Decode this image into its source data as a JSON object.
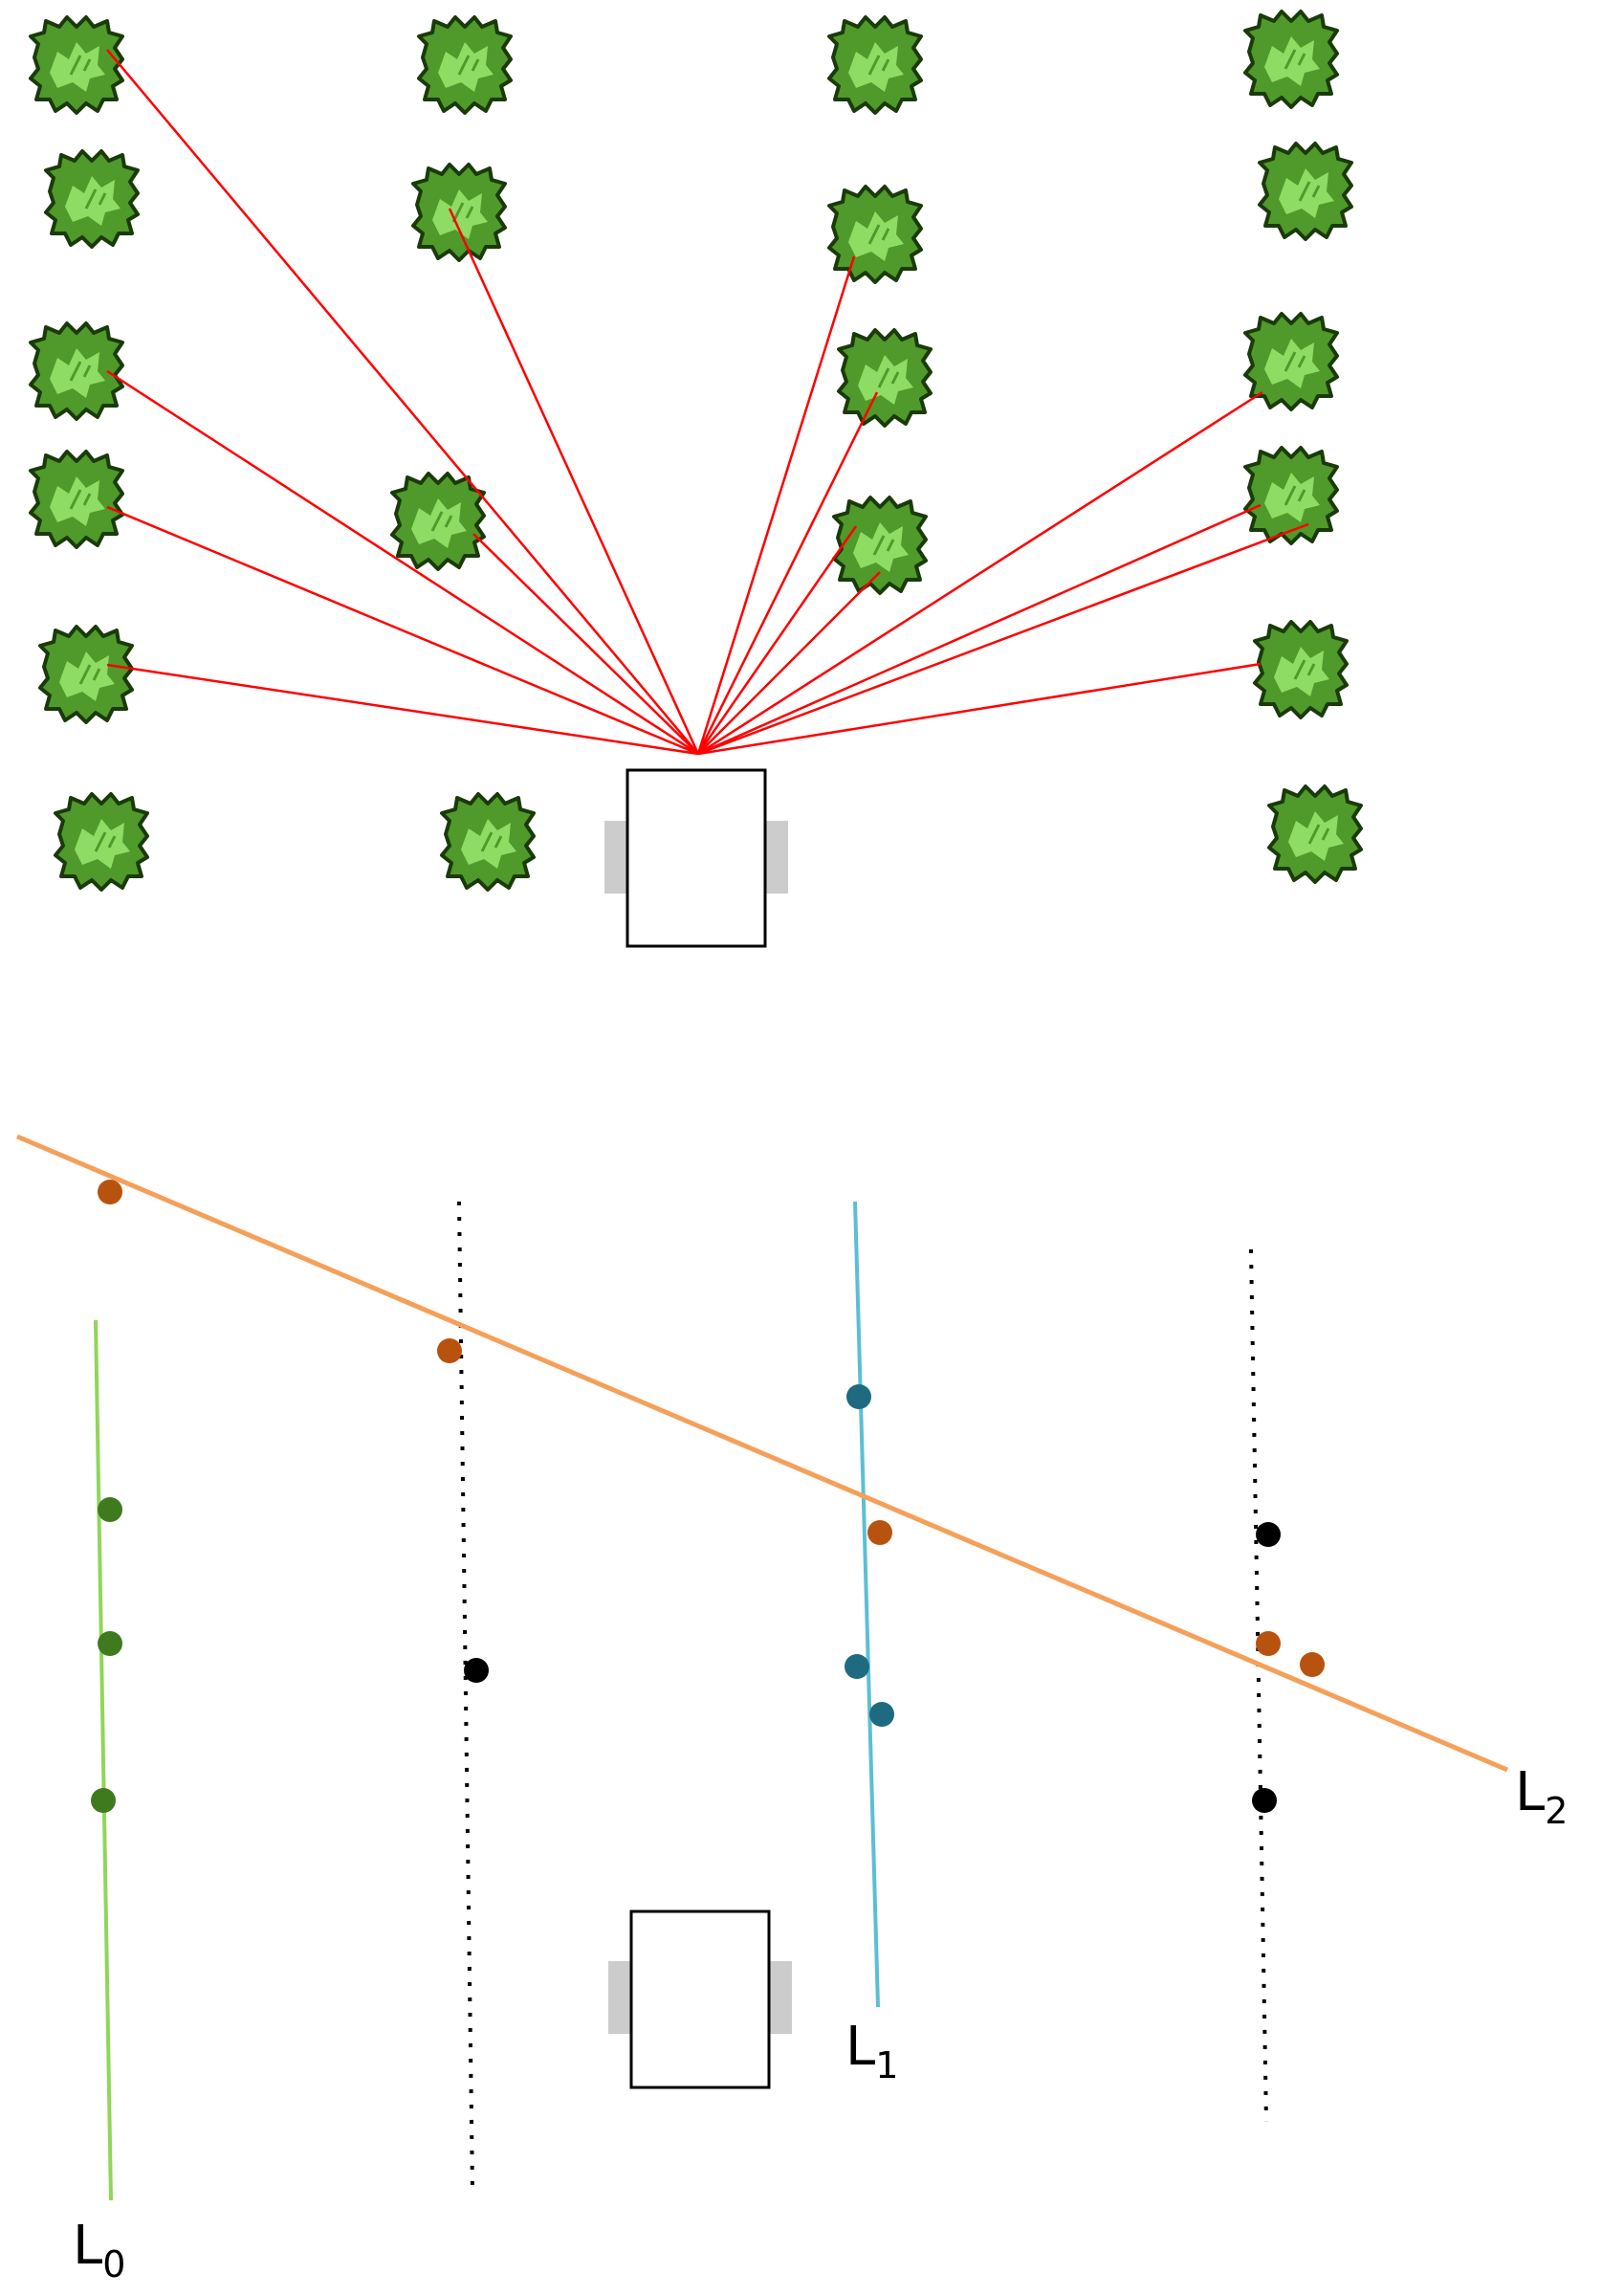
{
  "top_panel": {
    "plants_count_note": "",
    "colors": {
      "ray": "#ff0000",
      "plant_outline": "#1a3a0a",
      "plant_dark": "#4f9a2a",
      "plant_light": "#8fdc64",
      "robot_wheel": "#cccccc",
      "robot_body_stroke": "#000000"
    }
  },
  "bottom_panel": {
    "lines": [
      {
        "name": "L",
        "sub": "0",
        "color": "#8fd65a",
        "style": "solid"
      },
      {
        "name": "L",
        "sub": "1",
        "color": "#5bbfd4",
        "style": "solid"
      },
      {
        "name": "L",
        "sub": "2",
        "color": "#f5a05a",
        "style": "solid"
      },
      {
        "name": "",
        "sub": "",
        "color": "#000000",
        "style": "dotted"
      },
      {
        "name": "",
        "sub": "",
        "color": "#000000",
        "style": "dotted"
      }
    ],
    "point_colors": {
      "L0": "#3f7a1f",
      "L1": "#1f6a80",
      "L2": "#b8520f",
      "unassigned": "#000000"
    }
  }
}
